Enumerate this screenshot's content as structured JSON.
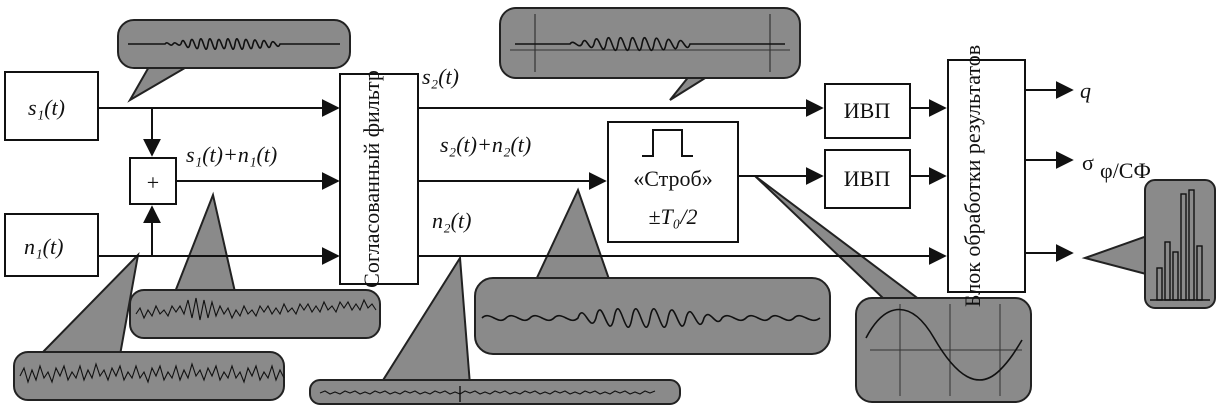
{
  "inputs": {
    "s1": "s₁(t)",
    "n1": "n₁(t)"
  },
  "adder": {
    "symbol": "+"
  },
  "signals": {
    "sum1": "s₁(t)+n₁(t)",
    "s2": "s₂(t)",
    "sum2": "s₂(t)+n₂(t)",
    "n2": "n₂(t)"
  },
  "blocks": {
    "matched_filter": "Согласованный фильтр",
    "strobe_title": "«Строб»",
    "strobe_param": "±T₀/2",
    "ivp_top": "ИВП",
    "ivp_mid": "ИВП",
    "results": "Блок обработки результатов"
  },
  "outputs": {
    "q": "q",
    "sigma": "σ",
    "sigma_sub": "φ/СФ"
  }
}
